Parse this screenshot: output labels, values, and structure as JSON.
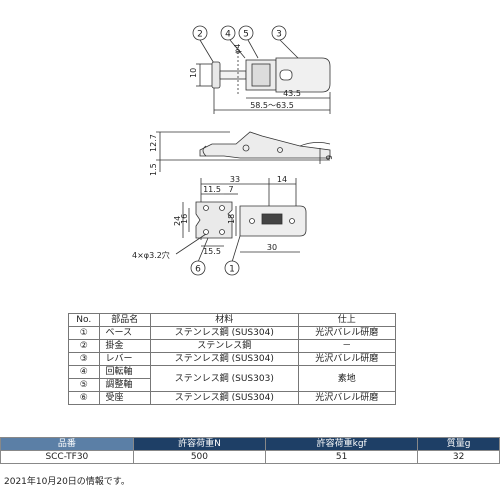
{
  "drawing": {
    "callouts": [
      "2",
      "4",
      "5",
      "3",
      "6",
      "1"
    ],
    "dims": {
      "d4": "φ4",
      "d10": "10",
      "d43_5": "43.5",
      "d58_63": "58.5～63.5",
      "d12_7": "12.7",
      "d1_5": "1.5",
      "d9": "9",
      "d33": "33",
      "d14": "14",
      "d11_5": "11.5",
      "d7": "7",
      "d24": "24",
      "d16": "16",
      "d18": "18",
      "d15_5": "15.5",
      "d30": "30",
      "holes": "4×φ3.2穴"
    }
  },
  "parts_table": {
    "headers": [
      "No.",
      "部品名",
      "材料",
      "仕上"
    ],
    "rows": [
      {
        "no": "①",
        "name": "ベース",
        "material": "ステンレス鋼 (SUS304)",
        "finish": "光沢バレル研磨"
      },
      {
        "no": "②",
        "name": "掛金",
        "material": "ステンレス鋼",
        "finish": "－"
      },
      {
        "no": "③",
        "name": "レバー",
        "material": "ステンレス鋼 (SUS304)",
        "finish": "光沢バレル研磨"
      },
      {
        "no": "④",
        "name": "回転軸",
        "material": "ステンレス鋼 (SUS303)",
        "finish": "素地"
      },
      {
        "no": "⑤",
        "name": "調整軸"
      },
      {
        "no": "⑥",
        "name": "受座",
        "material": "ステンレス鋼 (SUS304)",
        "finish": "光沢バレル研磨"
      }
    ]
  },
  "spec_table": {
    "headers": [
      "品番",
      "許容荷重N",
      "許容荷重kgf",
      "質量g"
    ],
    "row": [
      "SCC-TF30",
      "500",
      "51",
      "32"
    ]
  },
  "note": "2021年10月20日の情報です。"
}
